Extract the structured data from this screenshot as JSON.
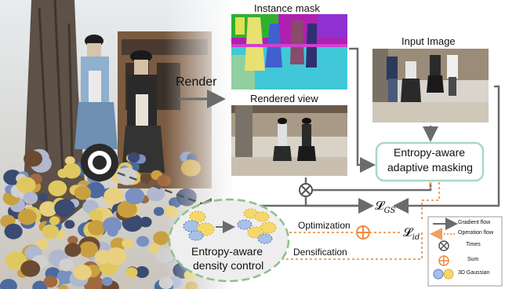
{
  "labels": {
    "render": "Render",
    "instance_mask": "Instance mask",
    "rendered_view": "Rendered view",
    "input_image": "Input Image",
    "entropy_masking_line1": "Entropy-aware",
    "entropy_masking_line2": "adaptive masking",
    "loss_gs": "𝓛",
    "loss_gs_sub": "GS",
    "loss_id": "𝓛",
    "loss_id_sub": "id",
    "optimization": "Optimization",
    "densification": "Densification",
    "density_line1": "Entropy-aware",
    "density_line2": "density control"
  },
  "legend": {
    "items": [
      {
        "icon": "solid-arrow-icon",
        "label": "Gradient flow"
      },
      {
        "icon": "dotted-arrow-icon",
        "label": "Operation flow"
      },
      {
        "icon": "times-icon",
        "label": "Times"
      },
      {
        "icon": "sum-icon",
        "label": "Sum"
      },
      {
        "icon": "gaussian-icon",
        "label": "3D Gaussian"
      }
    ]
  },
  "colors": {
    "gradient_flow": "#6b6b6b",
    "operation_flow": "#f0a060",
    "masking_box_border": "#a8d8c8",
    "density_border": "#8cc08c",
    "sum_symbol": "#f08a40"
  }
}
